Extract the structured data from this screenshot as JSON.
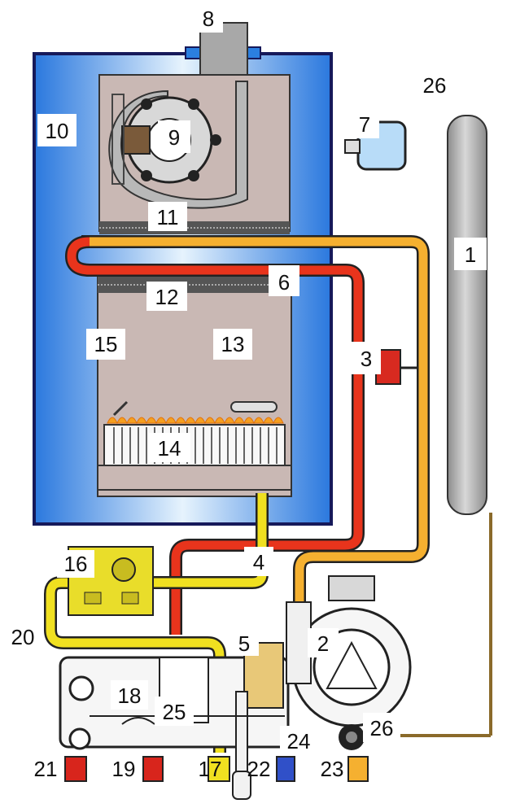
{
  "labels": {
    "l1": "1",
    "l2": "2",
    "l3": "3",
    "l4": "4",
    "l5": "5",
    "l6": "6",
    "l7": "7",
    "l8": "8",
    "l9": "9",
    "l10": "10",
    "l11": "11",
    "l12": "12",
    "l13": "13",
    "l14": "14",
    "l15": "15",
    "l16": "16",
    "l17": "17",
    "l18": "18",
    "l19": "19",
    "l20": "20",
    "l21": "21",
    "l22": "22",
    "l23": "23",
    "l24": "24",
    "l25": "25",
    "l26a": "26",
    "l26b": "26"
  },
  "colors": {
    "casing_blue": "#2b7fe0",
    "chamber": "#c9b8b4",
    "hot_pipe": "#e8341c",
    "return_pipe": "#f5b030",
    "gas_pipe": "#f0e020",
    "expansion_vessel": "#b5b5b5",
    "cold_outlet": "#3050c8"
  }
}
